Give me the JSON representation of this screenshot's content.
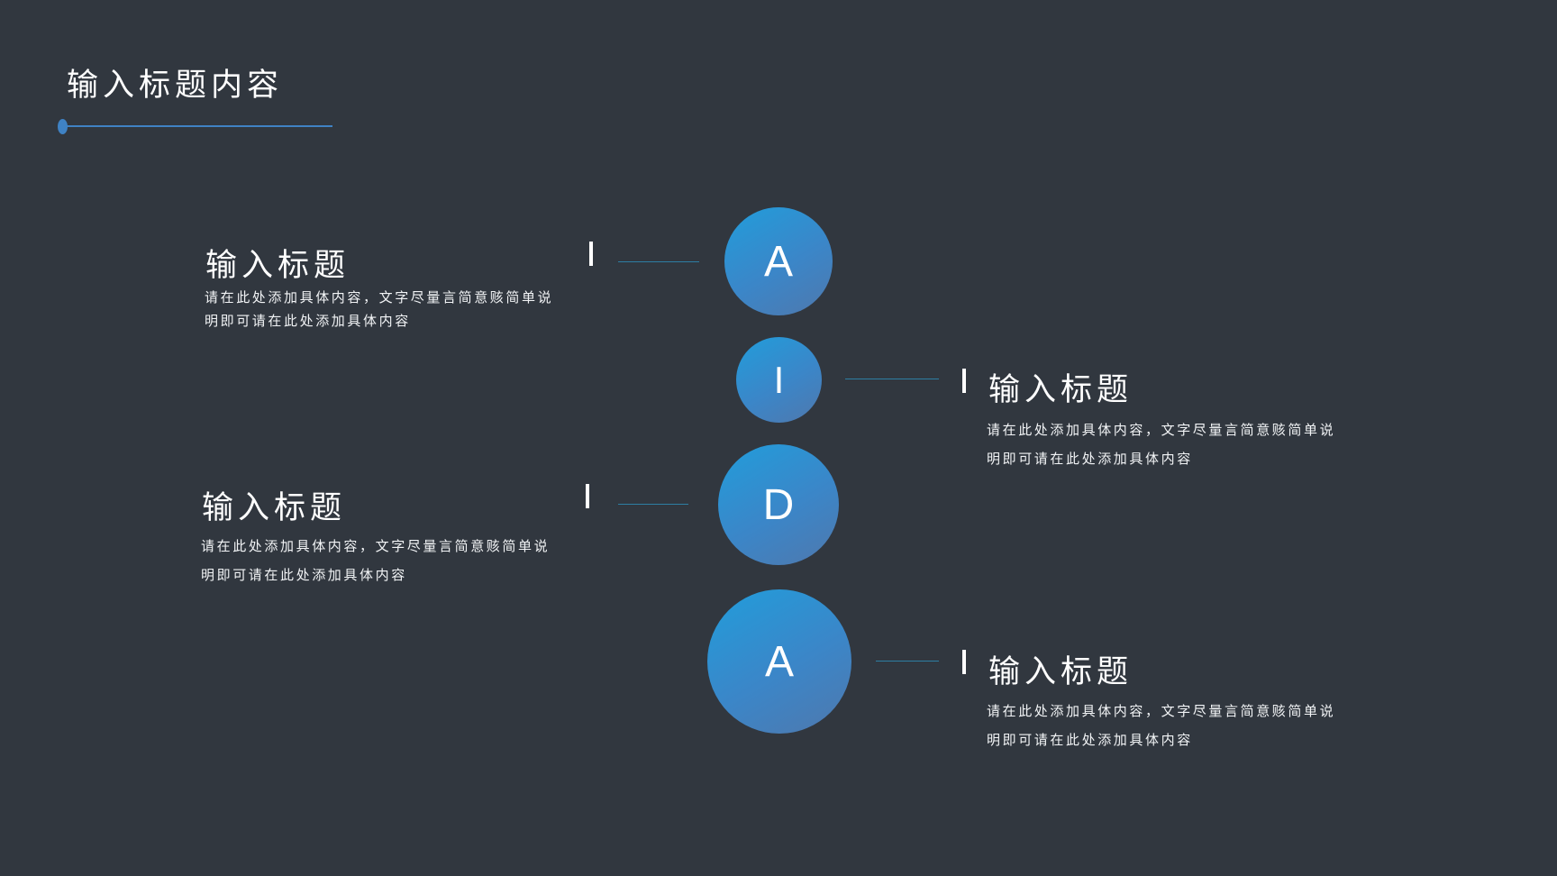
{
  "page": {
    "title": "输入标题内容",
    "accent_color": "#3f82c4",
    "background_color": "#31373f"
  },
  "nodes": [
    {
      "letter": "A",
      "title": "输入标题",
      "desc_line1": "请在此处添加具体内容，文字尽量言简意赅简单说",
      "desc_line2": "明即可请在此处添加具体内容"
    },
    {
      "letter": "I",
      "title": "输入标题",
      "desc_line1": "请在此处添加具体内容，文字尽量言简意赅简单说",
      "desc_line2": "明即可请在此处添加具体内容"
    },
    {
      "letter": "D",
      "title": "输入标题",
      "desc_line1": "请在此处添加具体内容，文字尽量言简意赅简单说",
      "desc_line2": "明即可请在此处添加具体内容"
    },
    {
      "letter": "A",
      "title": "输入标题",
      "desc_line1": "请在此处添加具体内容，文字尽量言简意赅简单说",
      "desc_line2": "明即可请在此处添加具体内容"
    }
  ],
  "circle_gradient": [
    "#219ddb",
    "#4f78ad"
  ]
}
